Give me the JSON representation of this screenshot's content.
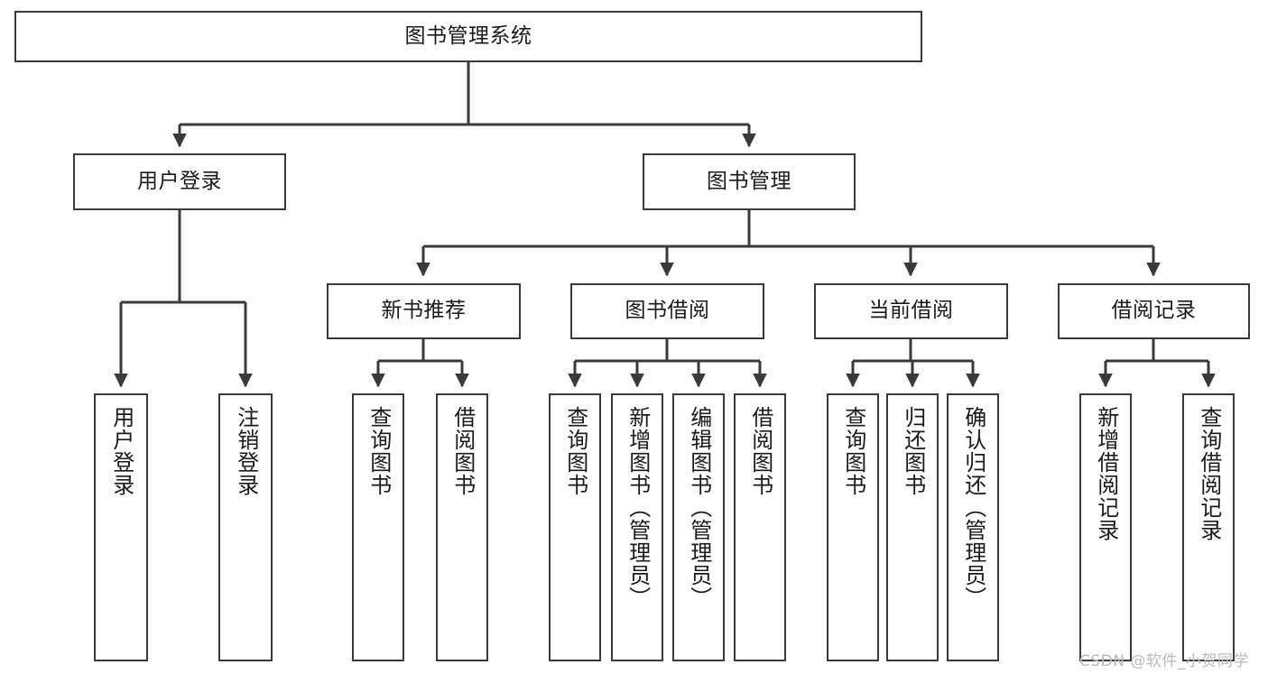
{
  "diagram": {
    "title": "图书管理系统",
    "watermark": "CSDN @软件_小贺同学",
    "type": "tree-hierarchy-diagram",
    "colors": {
      "box_border": "#3a3a3a",
      "box_fill": "#ffffff",
      "connector": "#3a3a3a",
      "text": "#1a1a1a",
      "background": "#ffffff",
      "watermark": "#b9b9b9"
    },
    "nodes": {
      "root": {
        "label": "图书管理系统",
        "orientation": "horizontal"
      },
      "level2": [
        {
          "id": "user-login",
          "label": "用户登录",
          "orientation": "horizontal"
        },
        {
          "id": "book-management",
          "label": "图书管理",
          "orientation": "horizontal"
        }
      ],
      "level3": [
        {
          "id": "new-book-recommend",
          "label": "新书推荐",
          "orientation": "horizontal"
        },
        {
          "id": "book-borrow",
          "label": "图书借阅",
          "orientation": "horizontal"
        },
        {
          "id": "current-borrow",
          "label": "当前借阅",
          "orientation": "horizontal"
        },
        {
          "id": "borrow-record",
          "label": "借阅记录",
          "orientation": "horizontal"
        }
      ],
      "leaves": [
        {
          "id": "leaf-user-login",
          "label": "用户登录",
          "parent": "user-login",
          "orientation": "vertical"
        },
        {
          "id": "leaf-logout-login",
          "label": "注销登录",
          "parent": "user-login",
          "orientation": "vertical"
        },
        {
          "id": "leaf-query-book-1",
          "label": "查询图书",
          "parent": "new-book-recommend",
          "orientation": "vertical"
        },
        {
          "id": "leaf-borrow-book-1",
          "label": "借阅图书",
          "parent": "new-book-recommend",
          "orientation": "vertical"
        },
        {
          "id": "leaf-query-book-2",
          "label": "查询图书",
          "parent": "book-borrow",
          "orientation": "vertical"
        },
        {
          "id": "leaf-add-book",
          "label": "新增图书（管理员）",
          "parent": "book-borrow",
          "orientation": "vertical"
        },
        {
          "id": "leaf-edit-book",
          "label": "编辑图书（管理员）",
          "parent": "book-borrow",
          "orientation": "vertical"
        },
        {
          "id": "leaf-borrow-book-2",
          "label": "借阅图书",
          "parent": "book-borrow",
          "orientation": "vertical"
        },
        {
          "id": "leaf-query-book-3",
          "label": "查询图书",
          "parent": "current-borrow",
          "orientation": "vertical"
        },
        {
          "id": "leaf-return-book",
          "label": "归还图书",
          "parent": "current-borrow",
          "orientation": "vertical"
        },
        {
          "id": "leaf-confirm-return",
          "label": "确认归还（管理员）",
          "parent": "current-borrow",
          "orientation": "vertical"
        },
        {
          "id": "leaf-add-record",
          "label": "新增借阅记录",
          "parent": "borrow-record",
          "orientation": "vertical"
        },
        {
          "id": "leaf-query-record",
          "label": "查询借阅记录",
          "parent": "borrow-record",
          "orientation": "vertical"
        }
      ]
    }
  }
}
